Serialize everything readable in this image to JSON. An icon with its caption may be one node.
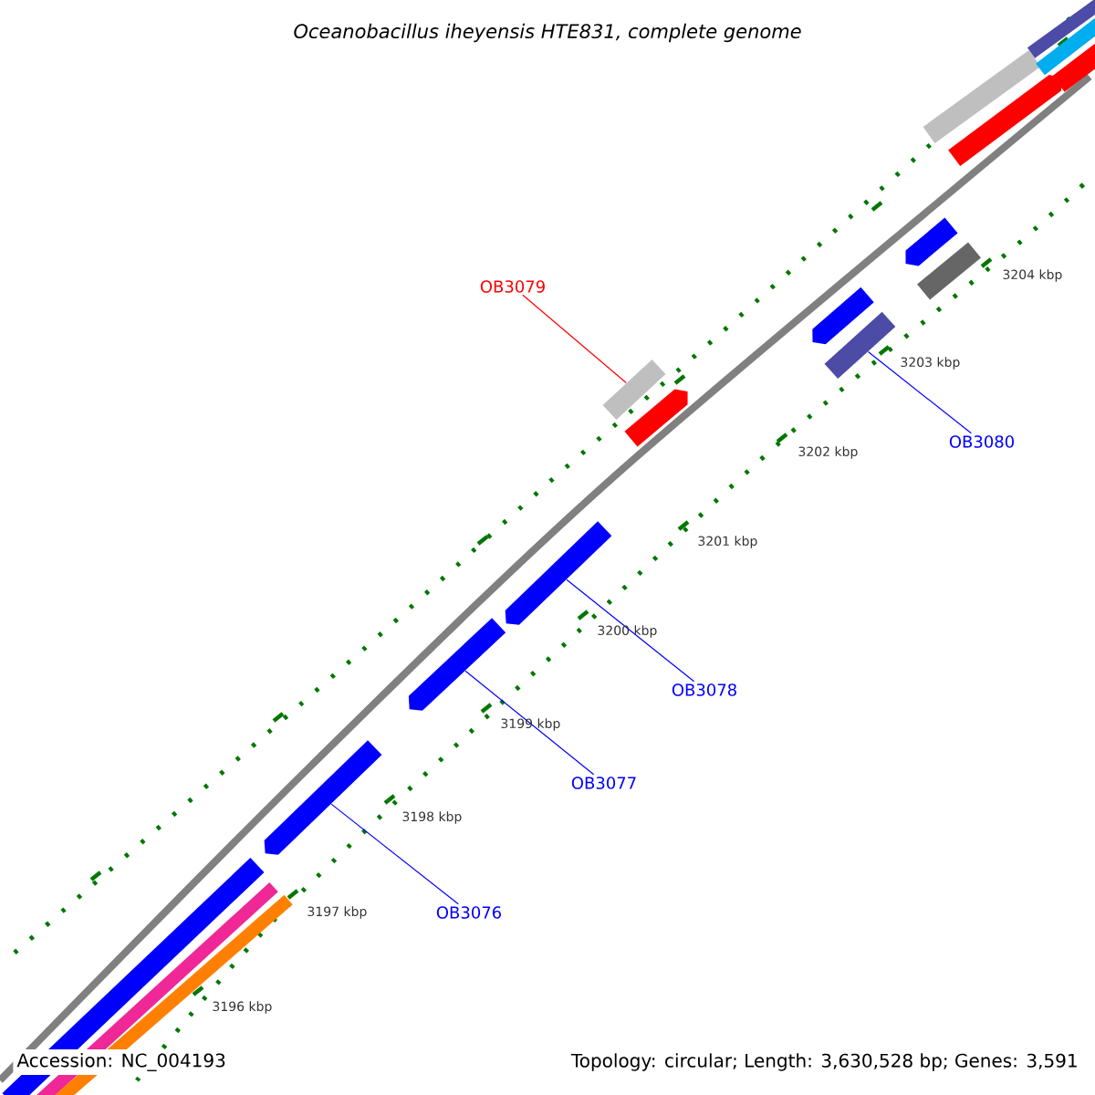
{
  "diagram": {
    "title": "Oceanobacillus iheyensis HTE831, complete genome",
    "nodes": [
      {
        "text": [
          "OB3079"
        ]
      },
      {
        "text": [],
        "shape": "bar"
      },
      {
        "text": [
          "OB3080"
        ]
      },
      {
        "text": [],
        "shape": "bar"
      },
      {
        "text": [
          "OB3078"
        ]
      },
      {
        "text": [],
        "shape": "arrow"
      },
      {
        "text": [
          "OB3077"
        ]
      },
      {
        "text": [],
        "shape": "arrow"
      },
      {
        "text": [
          "OB3076"
        ]
      },
      {
        "text": [],
        "shape": "arrow"
      },
      {
        "text": [],
        "shape": "bar"
      },
      {
        "text": [],
        "shape": "bar"
      },
      {
        "text": [],
        "shape": "bar"
      },
      {
        "text": [],
        "shape": "arrow"
      },
      {
        "text": [],
        "shape": "arrow"
      },
      {
        "text": [],
        "shape": "arrow"
      },
      {
        "text": [],
        "shape": "bar"
      },
      {
        "text": [],
        "shape": "bar"
      },
      {
        "text": [],
        "shape": "arrow"
      },
      {
        "text": [],
        "shape": "bar"
      },
      {
        "text": [],
        "shape": "bar"
      },
      {
        "text": [],
        "shape": "bar"
      }
    ],
    "edges": [
      {
        "from": 0,
        "to": 1,
        "arrow": "none",
        "color": "#ff0000"
      },
      {
        "from": 2,
        "to": 3,
        "arrow": "none"
      },
      {
        "from": 4,
        "to": 5,
        "arrow": "none"
      },
      {
        "from": 6,
        "to": 7,
        "arrow": "none"
      },
      {
        "from": 8,
        "to": 9,
        "arrow": "none"
      }
    ],
    "labels": [
      "3204 kbp",
      "3203 kbp",
      "3202 kbp",
      "3201 kbp",
      "3200 kbp",
      "3199 kbp",
      "3198 kbp",
      "3197 kbp",
      "3196 kbp",
      "Accession: NC_004193",
      "Topology: circular; Length: 3,630,528 bp; Genes: 3,591"
    ]
  }
}
